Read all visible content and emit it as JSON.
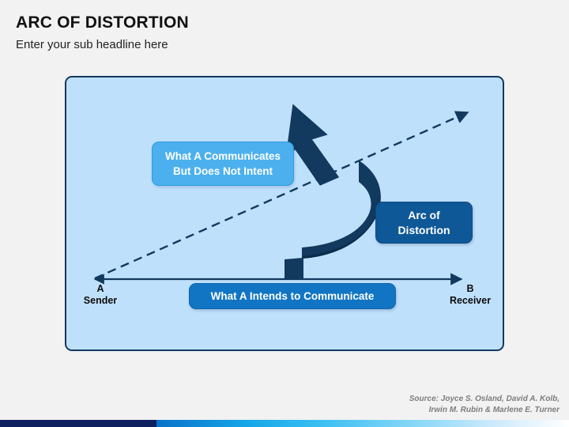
{
  "header": {
    "title": "ARC OF DISTORTION",
    "subtitle": "Enter your sub headline here"
  },
  "diagram": {
    "boxes": [
      {
        "id": "communicates",
        "line1": "What A Communicates",
        "line2": "But Does Not Intent",
        "color": "#4cb0ef"
      },
      {
        "id": "arc",
        "line1": "Arc of",
        "line2": "Distortion",
        "color": "#0f5898"
      },
      {
        "id": "intends",
        "line1": "What A Intends to Communicate",
        "color": "#1175c4"
      }
    ],
    "axis": {
      "left": {
        "point": "A",
        "role": "Sender"
      },
      "right": {
        "point": "B",
        "role": "Receiver"
      }
    },
    "panel": {
      "background": "#bfe0fb",
      "border": "#12395e"
    },
    "arrows": {
      "baseline_color": "#12395e",
      "dashed_color": "#12395e",
      "arc_color": "#12395e",
      "arc_shadow_color": "#0b2c4c"
    }
  },
  "source": {
    "line1": "Source: Joyce S. Osland, David A. Kolb,",
    "line2": "Irwin M. Rubin & Marlene E. Turner"
  },
  "bottom_bar": {
    "dark_color": "#0e205f",
    "gradient_start": "#0a72c8",
    "gradient_end": "#ffffff"
  }
}
